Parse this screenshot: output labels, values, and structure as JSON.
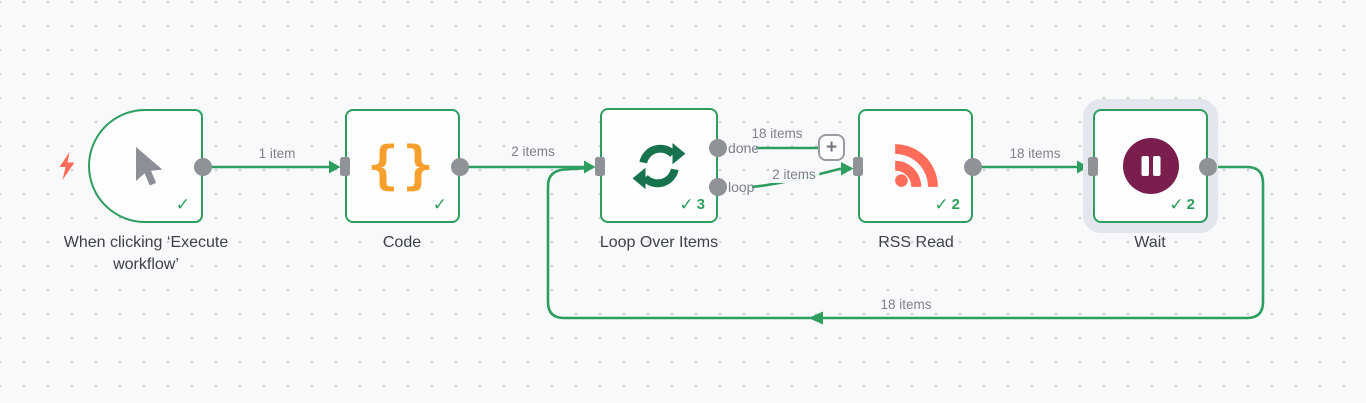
{
  "app": "workflow-editor-canvas",
  "canvas": {
    "background": "#f8f9fb",
    "grid_dot_color": "#ccd0d7"
  },
  "colors": {
    "success_green": "#2e9e5e",
    "connector_gray": "#8f9296",
    "label_gray": "#7d818a",
    "node_text": "#3d4149",
    "rss_coral": "#ff6d5a",
    "code_orange": "#f8a02e",
    "loop_green": "#17734e",
    "wait_maroon": "#7a1f4d",
    "selection_halo": "#e3e6ed"
  },
  "nodes": [
    {
      "name": "when-clicking-execute-workflow",
      "label": "When clicking ‘Execute workflow’",
      "icon": "cursor-icon",
      "status_check": "✓",
      "runs": "",
      "trigger": true
    },
    {
      "name": "code",
      "label": "Code",
      "icon": "code-braces-icon",
      "status_check": "✓",
      "runs": ""
    },
    {
      "name": "loop-over-items",
      "label": "Loop Over Items",
      "icon": "loop-sync-icon",
      "status_check": "✓",
      "runs": "3",
      "outputs": [
        "done",
        "loop"
      ]
    },
    {
      "name": "rss-read",
      "label": "RSS Read",
      "icon": "rss-icon",
      "status_check": "✓",
      "runs": "2"
    },
    {
      "name": "wait",
      "label": "Wait",
      "icon": "pause-icon",
      "status_check": "✓",
      "runs": "2",
      "selected": true
    }
  ],
  "node_icons": {
    "code_braces": "{}"
  },
  "connections": [
    {
      "from": "When clicking ‘Execute workflow’",
      "to": "Code",
      "label": "1 item"
    },
    {
      "from": "Code",
      "to": "Loop Over Items",
      "label": "2 items"
    },
    {
      "from": "Loop Over Items (done)",
      "to": "add-node-button",
      "label": "18 items"
    },
    {
      "from": "Loop Over Items (loop)",
      "to": "RSS Read",
      "label": "2 items"
    },
    {
      "from": "RSS Read",
      "to": "Wait",
      "label": "18 items"
    },
    {
      "from": "Wait",
      "to": "Loop Over Items",
      "label": "18 items"
    }
  ],
  "add_node_button": {
    "glyph": "+"
  }
}
